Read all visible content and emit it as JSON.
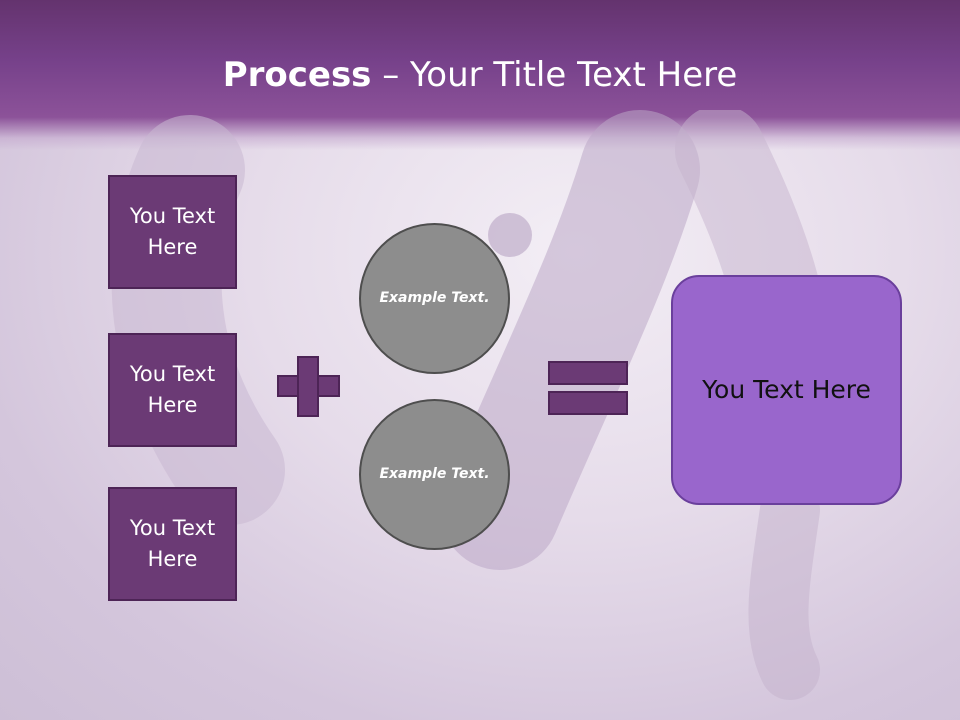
{
  "slide": {
    "title_bold": "Process",
    "title_rest": " – Your Title Text Here"
  },
  "left_boxes": [
    {
      "label": "You Text Here"
    },
    {
      "label": "You Text Here"
    },
    {
      "label": "You Text Here"
    }
  ],
  "operators": {
    "plus": "plus-icon",
    "equals": "equals-icon"
  },
  "circles": [
    {
      "label": "Example Text."
    },
    {
      "label": "Example Text."
    }
  ],
  "result_box": {
    "label": "You Text Here"
  },
  "colors": {
    "header": "#76418a",
    "box_fill": "#6b3a75",
    "circle_fill": "#8d8d8d",
    "result_fill": "#9966cc"
  }
}
